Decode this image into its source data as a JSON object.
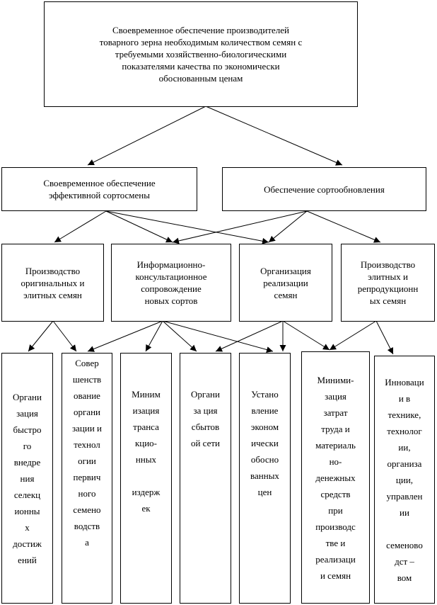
{
  "diagram": {
    "top": "Своевременное обеспечение производителей\nтоварного зерна необходимым количеством семян с\nтребуемыми хозяйственно-биологическими\nпоказателями качества по экономически\nобоснованным ценам",
    "level1": [
      "Своевременное обеспечение\nэффективной сортосмены",
      "Обеспечение сортообновления"
    ],
    "level2": [
      "Производство\nоригинальных и\nэлитных семян",
      "Информационно-\nконсультационное\nсопровождение\nновых сортов",
      "Организация\nреализации\nсемян",
      "Производство\nэлитных и\nрепродукционн\nых  семян"
    ],
    "level3": [
      "Органи\nзация\nбыстро\nго\nвнедре\nния\nселекц\nионны\nх\nдостиж\nений",
      "Совер\nшенств\nование\nоргани\nзации и\nтехнол\nогии\nпервич\nного\nсемено\nводств\nа",
      "Миним\nизация\nтранса\nкцио-\nнных\n\nиздерж\nек",
      "Органи\nза ция\nсбытов\nой сети",
      "Устано\nвление\nэконом\nически\nобосно\nванных\nцен",
      "Миними-\nзация\nзатрат\nтруда и\nматериаль\nно-\nденежных\nсредств\nпри\nпроизводс\nтве и\nреализаци\nи семян",
      "Инноваци\nи в\nтехнике,\nтехнолог\nии,\nорганиза\nции,\nуправлен\nии\n\nсеменово\nдст –\nвом"
    ]
  }
}
